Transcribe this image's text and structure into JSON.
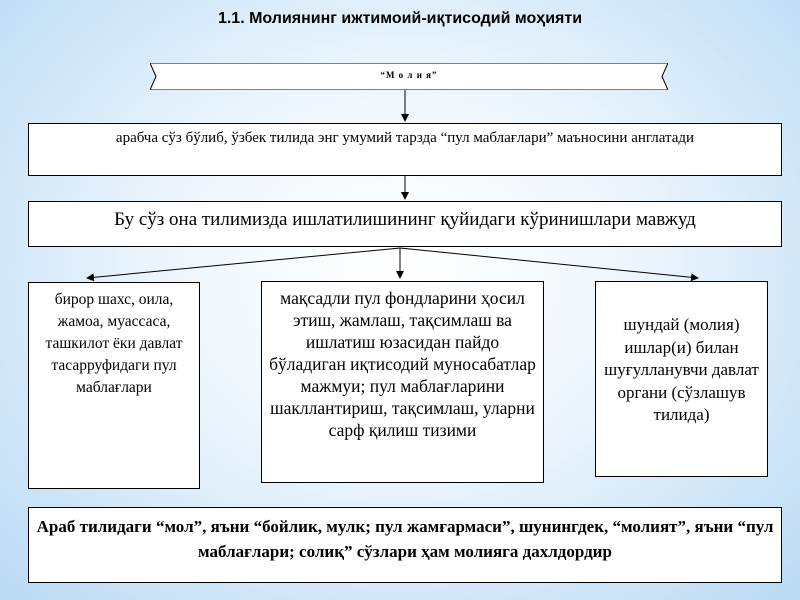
{
  "title": "1.1. Молиянинг ижтимоий-иқтисодий моҳияти",
  "header_box": "“М о л и я”",
  "definition": "арабча сўз бўлиб, ўзбек тилида энг умумий тарзда  “пул маблағлари” маъносини англатади",
  "usage_intro": "Бу сўз она тилимизда ишлатилишининг қуйидаги кўринишлари мавжуд",
  "branches": [
    "бирор шахс, оила, жамоа, муассаса, ташкилот ёки давлат тасарруфидаги пул маблағлари",
    "мақсадли пул фондларини ҳосил этиш, жамлаш, тақсимлаш ва ишлатиш юзасидан пайдо бўладиган иқтисодий муносабатлар мажмуи; пул маблағларини шакллантириш, тақсимлаш, уларни сарф қилиш тизими",
    "шундай (молия) ишлар(и) билан шуғулланувчи давлат органи (сўзлашув тилида)"
  ],
  "conclusion": "Араб тилидаги “мол”, яъни “бойлик, мулк; пул жамғармаси”, шунингдек, “молият”, яъни “пул маблағлари; солиқ” сўзлари ҳам молияга дахлдордир"
}
